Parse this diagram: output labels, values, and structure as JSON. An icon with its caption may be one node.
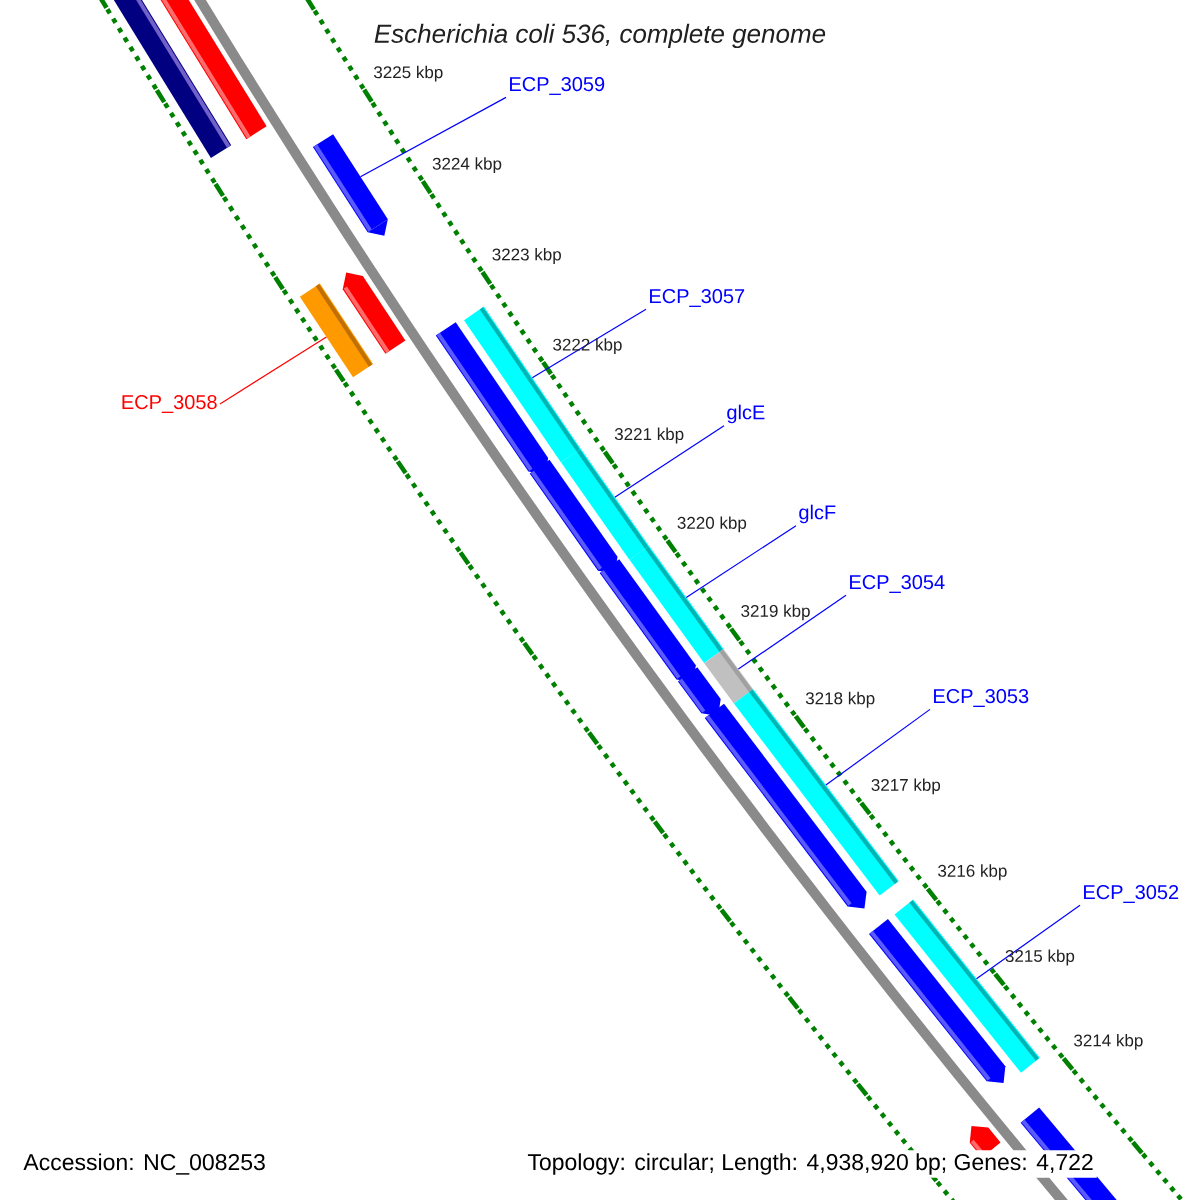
{
  "diagram": {
    "title": "Escherichia coli 536, complete genome",
    "nodes": [
      {
        "text": [
          "ECP_3059"
        ]
      },
      {
        "text": [],
        "shape": "arrow"
      },
      {
        "text": [
          "ECP_3058"
        ]
      },
      {
        "text": [],
        "shape": "box"
      },
      {
        "text": [
          "ECP_3057"
        ]
      },
      {
        "text": [],
        "shape": "box"
      },
      {
        "text": [
          "glcE"
        ]
      },
      {
        "text": [],
        "shape": "box"
      },
      {
        "text": [
          "glcF"
        ]
      },
      {
        "text": [],
        "shape": "box"
      },
      {
        "text": [
          "ECP_3054"
        ]
      },
      {
        "text": [],
        "shape": "box"
      },
      {
        "text": [
          "ECP_3053"
        ]
      },
      {
        "text": [],
        "shape": "box"
      },
      {
        "text": [
          "ECP_3052"
        ]
      },
      {
        "text": [],
        "shape": "box"
      }
    ],
    "edges": [
      {
        "from": 0,
        "to": 1,
        "arrow": "none"
      },
      {
        "from": 2,
        "to": 3,
        "arrow": "none",
        "color": "#ff0000"
      },
      {
        "from": 4,
        "to": 5,
        "arrow": "none"
      },
      {
        "from": 6,
        "to": 7,
        "arrow": "none"
      },
      {
        "from": 8,
        "to": 9,
        "arrow": "none"
      },
      {
        "from": 10,
        "to": 11,
        "arrow": "none"
      },
      {
        "from": 12,
        "to": 13,
        "arrow": "none"
      },
      {
        "from": 14,
        "to": 15,
        "arrow": "none"
      }
    ],
    "labels": [
      "3225 kbp",
      "3224 kbp",
      "3223 kbp",
      "3222 kbp",
      "3221 kbp",
      "3220 kbp",
      "3219 kbp",
      "3218 kbp",
      "3217 kbp",
      "3216 kbp",
      "3215 kbp",
      "3214 kbp",
      "Accession: NC_008253",
      "Topology: circular; Length: 4,938,920 bp; Genes: 4,722"
    ]
  }
}
